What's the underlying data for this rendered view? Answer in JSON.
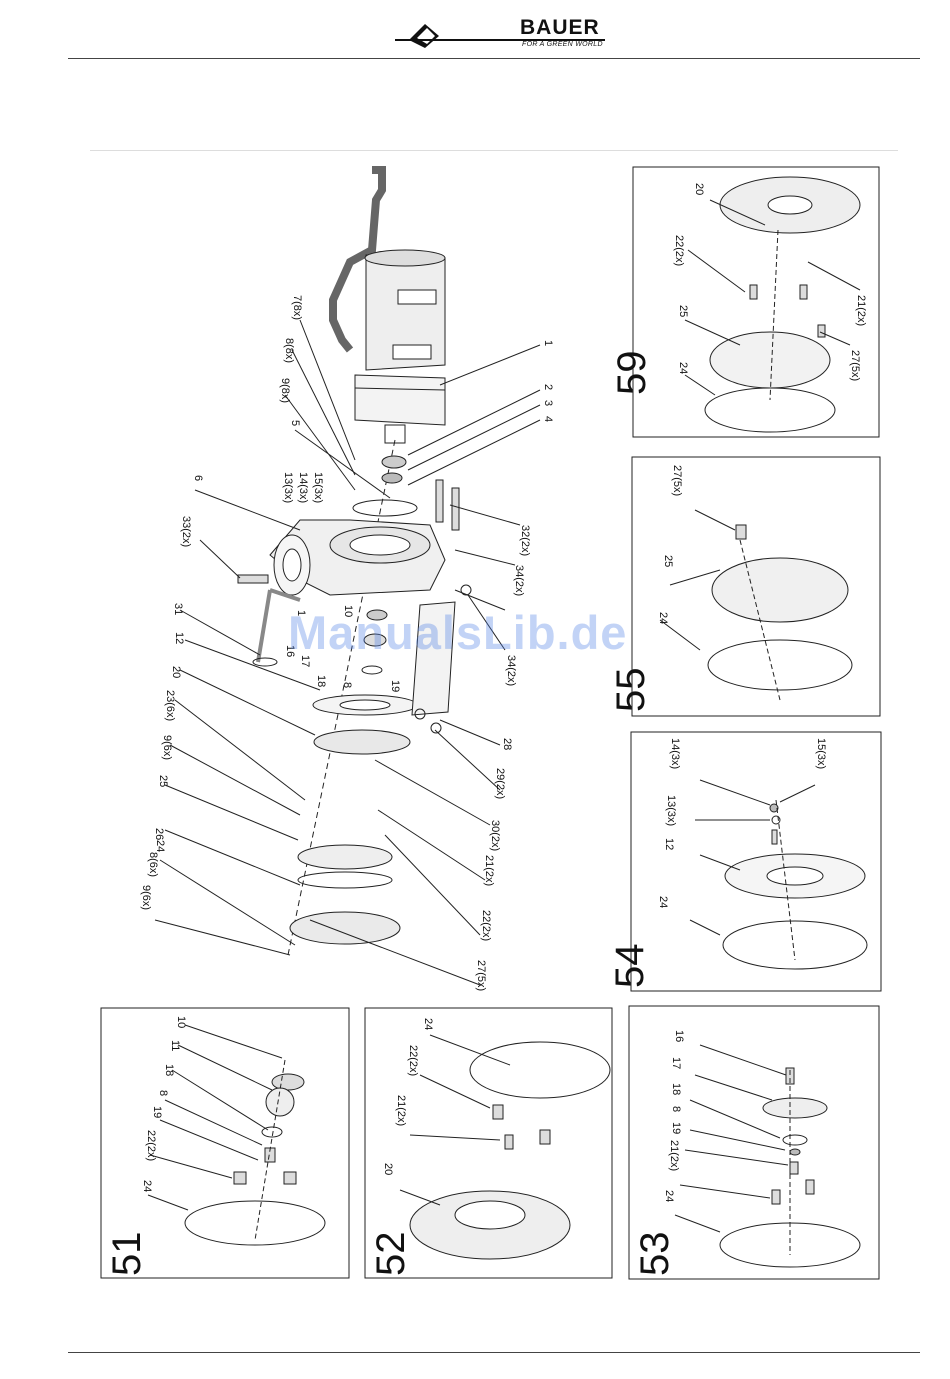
{
  "header": {
    "brand": "BAUER",
    "slogan": "FOR A GREEN WORLD"
  },
  "watermark": "ManualsLib.de",
  "main_diagram": {
    "labels": [
      "1",
      "2",
      "3",
      "4",
      "5",
      "6",
      "7(8x)",
      "8(8x)",
      "9(8x)",
      "10",
      "1",
      "12",
      "13(3x)",
      "14(3x)",
      "15(3x)",
      "16",
      "17",
      "18",
      "19",
      "20",
      "8",
      "21(2x)",
      "22(2x)",
      "23(6x)",
      "24",
      "25",
      "26",
      "27(5x)",
      "28",
      "29(2x)",
      "30(2x)",
      "31",
      "32(2x)",
      "33(2x)",
      "34(2x)",
      "34(2x)",
      "9(6x)",
      "8(6x)",
      "9(6x)"
    ]
  },
  "panels": {
    "p59": {
      "number": "59",
      "labels": [
        "20",
        "22(2x)",
        "21(2x)",
        "25",
        "24",
        "27(5x)"
      ]
    },
    "p55": {
      "number": "55",
      "labels": [
        "27(5x)",
        "25",
        "24"
      ]
    },
    "p54": {
      "number": "54",
      "labels": [
        "14(3x)",
        "15(3x)",
        "13(3x)",
        "12",
        "24"
      ]
    },
    "p51": {
      "number": "51",
      "labels": [
        "10",
        "11",
        "18",
        "8",
        "19",
        "22(2x)",
        "24"
      ]
    },
    "p52": {
      "number": "52",
      "labels": [
        "24",
        "22(2x)",
        "21(2x)",
        "20"
      ]
    },
    "p53": {
      "number": "53",
      "labels": [
        "16",
        "17",
        "18",
        "8",
        "19",
        "21(2x)",
        "24"
      ]
    }
  }
}
